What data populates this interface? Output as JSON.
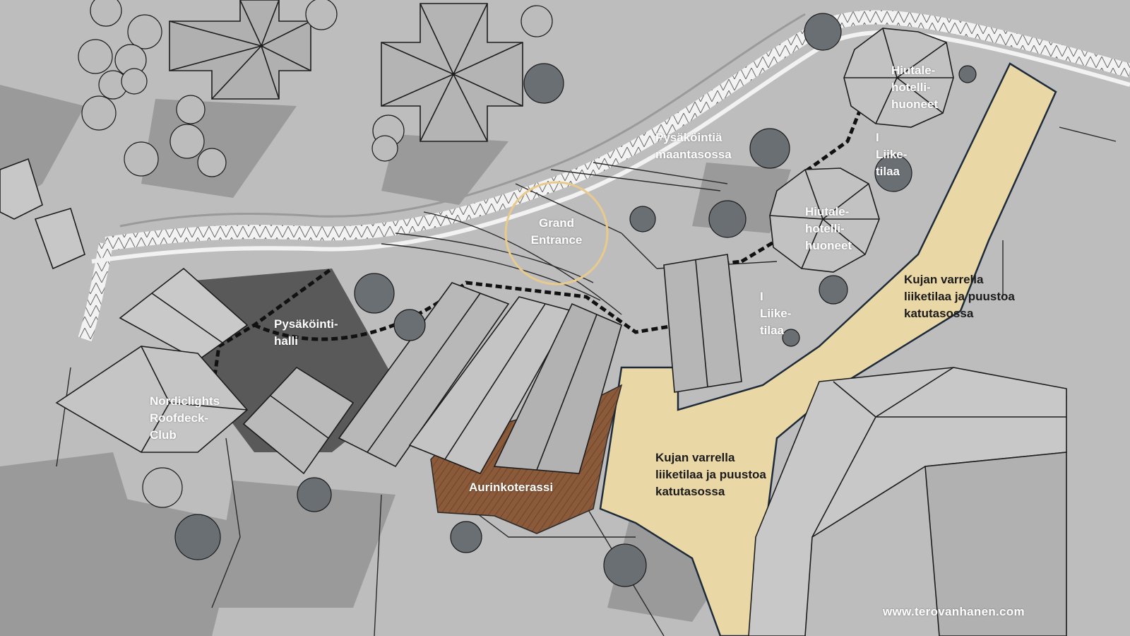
{
  "labels": {
    "parking_ground": "Pysäköintiä\nmaantasossa",
    "grand_entrance": "Grand\nEntrance",
    "parking_hall": "Pysäköinti-\nhalli",
    "nordic_club": "Nordiclights\nRoofdeck-\nClub",
    "sun_terrace": "Aurinkoterassi",
    "hotel_rooms_top": "Hiutale-\nhotelli-\nhuoneet",
    "hotel_rooms_mid": "Hiutale-\nhotelli-\nhuoneet",
    "retail_top": "I\nLiike-\ntilaa",
    "retail_mid": "I\nLiike-\ntilaa",
    "alley_right": "Kujan varrella\nliiketilaa ja puustoa\nkatutasossa",
    "alley_center": "Kujan varrella\nliiketilaa ja puustoa\nkatutasossa",
    "website": "www.terovanhanen.com"
  },
  "colors": {
    "ground": "#bdbdbd",
    "shadow": "#8a8a8a",
    "dark_zone": "#555555",
    "roof": "#a9a9a9",
    "roof_light": "#c6c6c6",
    "alley": "#ead7a6",
    "deck": "#8a5a3a",
    "road_edge": "#f2f2f2",
    "entrance_ring": "#e8cb8c",
    "tree": "#b8b8b8",
    "tree_dark": "#5f6469"
  }
}
